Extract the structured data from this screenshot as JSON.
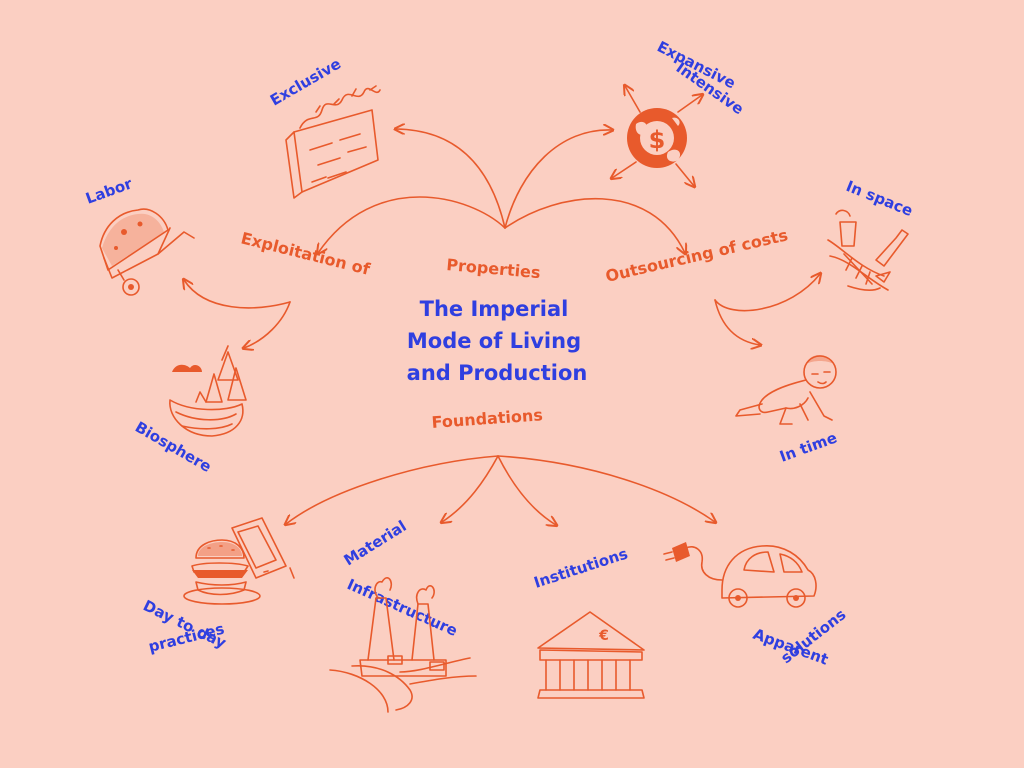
{
  "title": {
    "line1": "The Imperial",
    "line2": "Mode of Living",
    "line3": "and Production"
  },
  "branches": {
    "properties": "Properties",
    "exploitation": "Exploitation of",
    "outsourcing": "Outsourcing of costs",
    "foundations": "Foundations"
  },
  "properties": {
    "exclusive": "Exclusive",
    "expansive": "Expansive",
    "intensive": "Intensive"
  },
  "exploitation": {
    "labor": "Labor",
    "biosphere": "Biosphere"
  },
  "outsourcing": {
    "in_space": "In space",
    "in_time": "In time"
  },
  "foundations": {
    "day_line1": "Day to day",
    "day_line2": "practices",
    "material_line1": "Material",
    "material_line2": "Infrastructure",
    "institutions": "Institutions",
    "apparent_line1": "Apparent",
    "apparent_line2": "solutions"
  },
  "icons": {
    "currency": "$",
    "euro": "€"
  },
  "colors": {
    "background": "#FBCFC2",
    "text_blue": "#2F3FE0",
    "accent_orange": "#E85A2C"
  }
}
